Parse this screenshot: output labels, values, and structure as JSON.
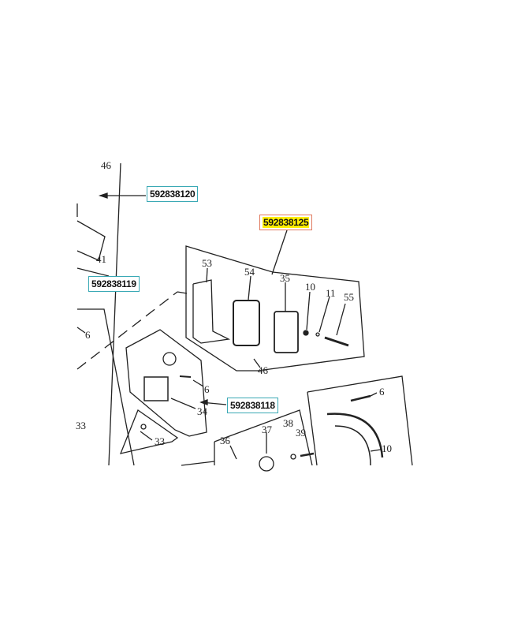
{
  "diagram": {
    "type": "exploded-parts-diagram",
    "reference_labels": [
      {
        "id": "ref-592838120",
        "text": "592838120",
        "style": "teal-box"
      },
      {
        "id": "ref-592838125",
        "text": "592838125",
        "style": "highlighted"
      },
      {
        "id": "ref-592838119",
        "text": "592838119",
        "style": "teal-box"
      },
      {
        "id": "ref-592838118",
        "text": "592838118",
        "style": "teal-box"
      }
    ],
    "part_numbers": {
      "p46_top": "46",
      "p41": "41",
      "p53": "53",
      "p54": "54",
      "p35": "35",
      "p10_a": "10",
      "p11": "11",
      "p55": "55",
      "p6_left": "6",
      "p46": "46",
      "p6_mid": "6",
      "p34": "34",
      "p33_left": "33",
      "p33": "33",
      "p36": "36",
      "p37": "37",
      "p38": "38",
      "p39": "39",
      "p6_right": "6",
      "p10_b": "10"
    },
    "colors": {
      "teal_border": "#3aa9b5",
      "highlight_border": "#e07a5f",
      "highlight_fill": "#ffee00",
      "line": "#222222"
    }
  }
}
